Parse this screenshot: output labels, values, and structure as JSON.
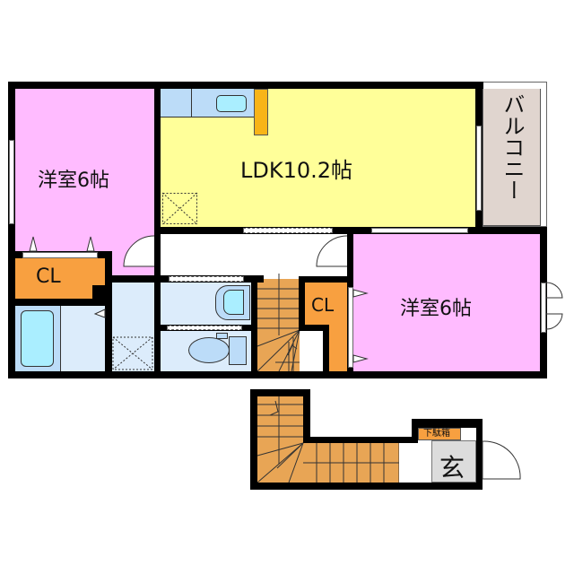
{
  "floor_plan": {
    "rooms": {
      "bedroom_left": {
        "label": "洋室6帖",
        "type": "Western-style room",
        "size_jo": 6
      },
      "ldk": {
        "label": "LDK10.2帖",
        "type": "Living-Dining-Kitchen",
        "size_jo": 10.2
      },
      "balcony": {
        "label": "バルコニー",
        "type": "Balcony"
      },
      "closet_left": {
        "label": "CL",
        "type": "Closet"
      },
      "closet_mid": {
        "label": "CL",
        "type": "Closet"
      },
      "bedroom_right": {
        "label": "洋室6帖",
        "type": "Western-style room",
        "size_jo": 6
      },
      "shoe_cabinet": {
        "label": "下駄箱",
        "type": "Shoe cabinet"
      },
      "entrance": {
        "label": "玄",
        "type": "Entrance"
      }
    },
    "colors": {
      "bedroom": "#ffbbff",
      "ldk": "#ffff99",
      "wet_area": "#dcecfb",
      "closet": "#f8a040",
      "stairs": "#e8a555",
      "balcony": "#e0d5cf",
      "entrance": "#dcdcdc",
      "wall": "#000000"
    }
  }
}
